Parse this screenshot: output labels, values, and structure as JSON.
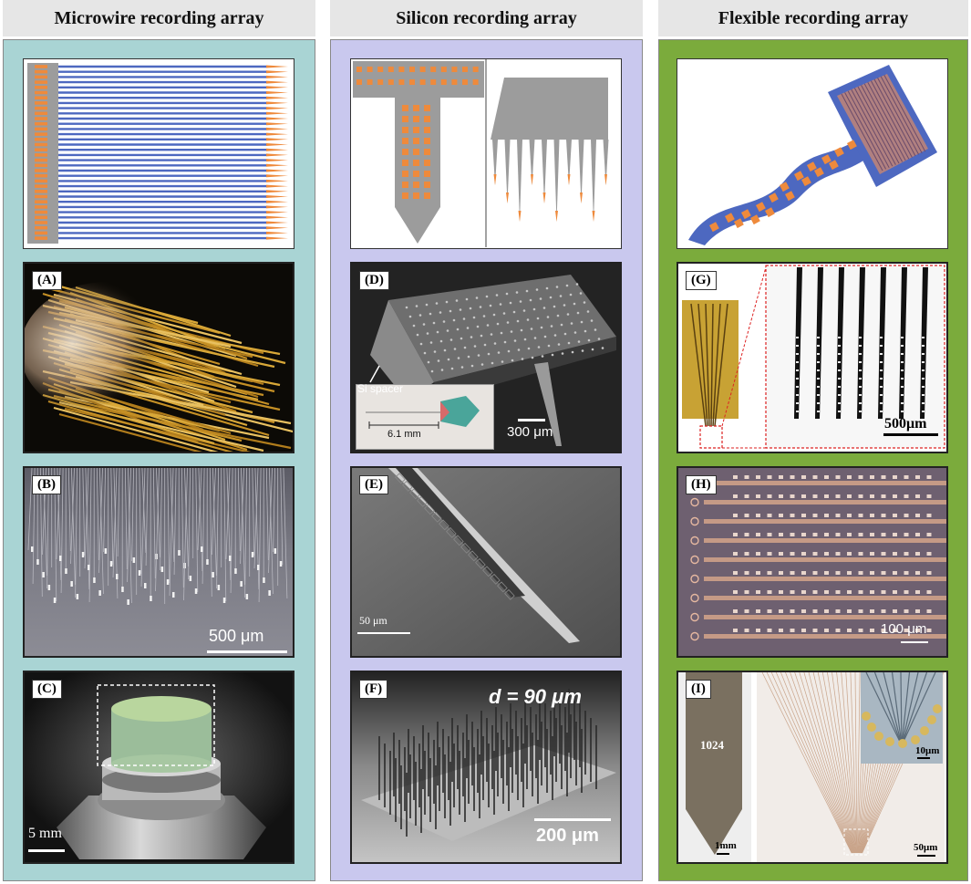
{
  "columns": [
    {
      "title": "Microwire recording array",
      "panels": [
        {
          "label": "(A)"
        },
        {
          "label": "(B)",
          "scale": "500 μm"
        },
        {
          "label": "(C)",
          "scale": "5 mm"
        }
      ]
    },
    {
      "title": "Silicon recording array",
      "panels": [
        {
          "label": "(D)",
          "scale": "300 μm",
          "inset_scale": "6.1 mm",
          "annotation": "Si spacer"
        },
        {
          "label": "(E)",
          "scale": "50 μm"
        },
        {
          "label": "(F)",
          "scale": "200 μm",
          "annotation": "d = 90 μm"
        }
      ]
    },
    {
      "title": "Flexible recording array",
      "panels": [
        {
          "label": "(G)",
          "scale": "500μm"
        },
        {
          "label": "(H)",
          "scale": "100 μm"
        },
        {
          "label": "(I)",
          "scale": "1mm",
          "scale2": "50μm",
          "scale3": "10μm",
          "annotation": "1024"
        }
      ]
    }
  ],
  "colors": {
    "microwire_bg": "#a9d4d4",
    "silicon_bg": "#c9c8ee",
    "flexible_bg": "#7bab3c",
    "electrode_orange": "#ee8a3c",
    "wire_blue": "#4d68c0",
    "substrate_gray": "#9c9c9c"
  }
}
